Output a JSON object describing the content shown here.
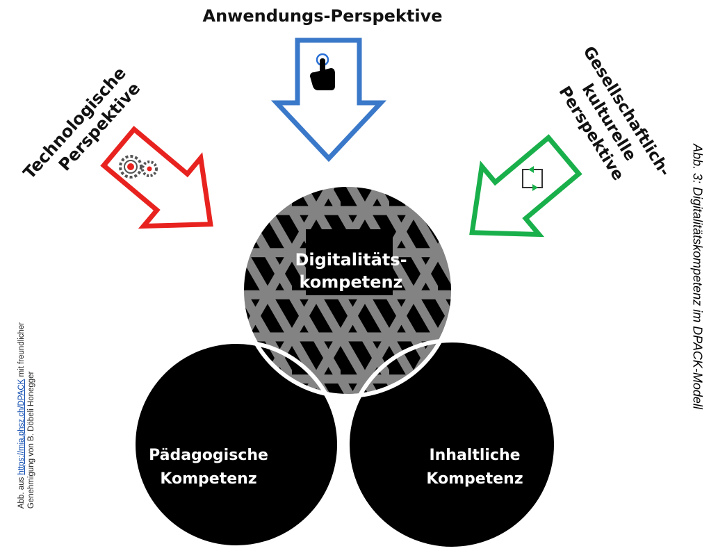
{
  "perspectives": {
    "application": {
      "label": "Anwendungs-Perspektive",
      "color": "#3a78c9",
      "icon": "pointing-hand-icon"
    },
    "technological": {
      "line1": "Technologische",
      "line2": "Perspektive",
      "color": "#e8231f",
      "icon": "gears-icon"
    },
    "sociocultural": {
      "line1": "Gesellschaftlich-",
      "line2": "kulturelle",
      "line3": "Perspektive",
      "color": "#19b04b",
      "icon": "cycle-square-icon"
    }
  },
  "circles": {
    "top": {
      "line1": "Digitalitäts-",
      "line2": "kompetenz"
    },
    "left": {
      "line1": "Pädagogische",
      "line2": "Kompetenz"
    },
    "right": {
      "line1": "Inhaltliche",
      "line2": "Kompetenz"
    }
  },
  "caption": "Abb. 3: Digitalitätskompetenz im DPACK-Modell",
  "credit": {
    "prefix": "Abb. aus",
    "link": "https://mia.phsz.ch/DPACK",
    "suffix": "mit freundlicher",
    "line2": "Genehmigung von B. Döbeli Honegger"
  }
}
